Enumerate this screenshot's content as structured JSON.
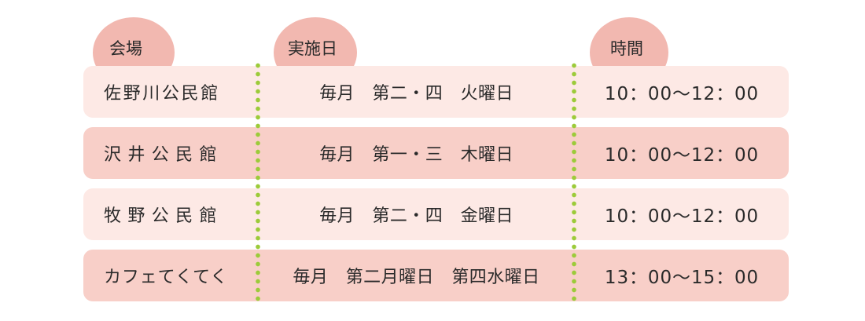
{
  "headers": {
    "venue": "会場",
    "date": "実施日",
    "time": "時間"
  },
  "rows": [
    {
      "venue": "佐野川公民館",
      "date": "毎月　第二・四　火曜日",
      "time": "10：00～12：00"
    },
    {
      "venue": "沢井公民館",
      "date": "毎月　第一・三　木曜日",
      "time": "10：00～12：00"
    },
    {
      "venue": "牧野公民館",
      "date": "毎月　第二・四　金曜日",
      "time": "10：00～12：00"
    },
    {
      "venue": "カフェてくてく",
      "date": "毎月　第二月曜日　第四水曜日",
      "time": "13：00～15：00"
    }
  ],
  "colors": {
    "header_bubble": "#f2b8b0",
    "row_light": "#fde9e5",
    "row_dark": "#f8cfc8",
    "divider_dots": "#9ccb3a",
    "text": "#2a2a2a"
  }
}
